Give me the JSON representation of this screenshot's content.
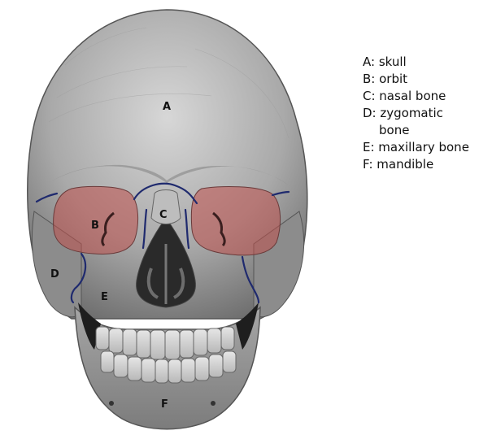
{
  "labels": {
    "a": "A",
    "b": "B",
    "c": "C",
    "d": "D",
    "e": "E",
    "f": "F"
  },
  "legend": {
    "a": "A: skull",
    "b": "B: orbit",
    "c": "C: nasal bone",
    "d": "D: zygomatic",
    "d_cont": "bone",
    "e": "E: maxillary bone",
    "f": "F: mandible"
  },
  "colors": {
    "orbit_fill": "#c0504d",
    "suture_line": "#1f2a6e",
    "bone_gray": "#8a8a8a"
  }
}
